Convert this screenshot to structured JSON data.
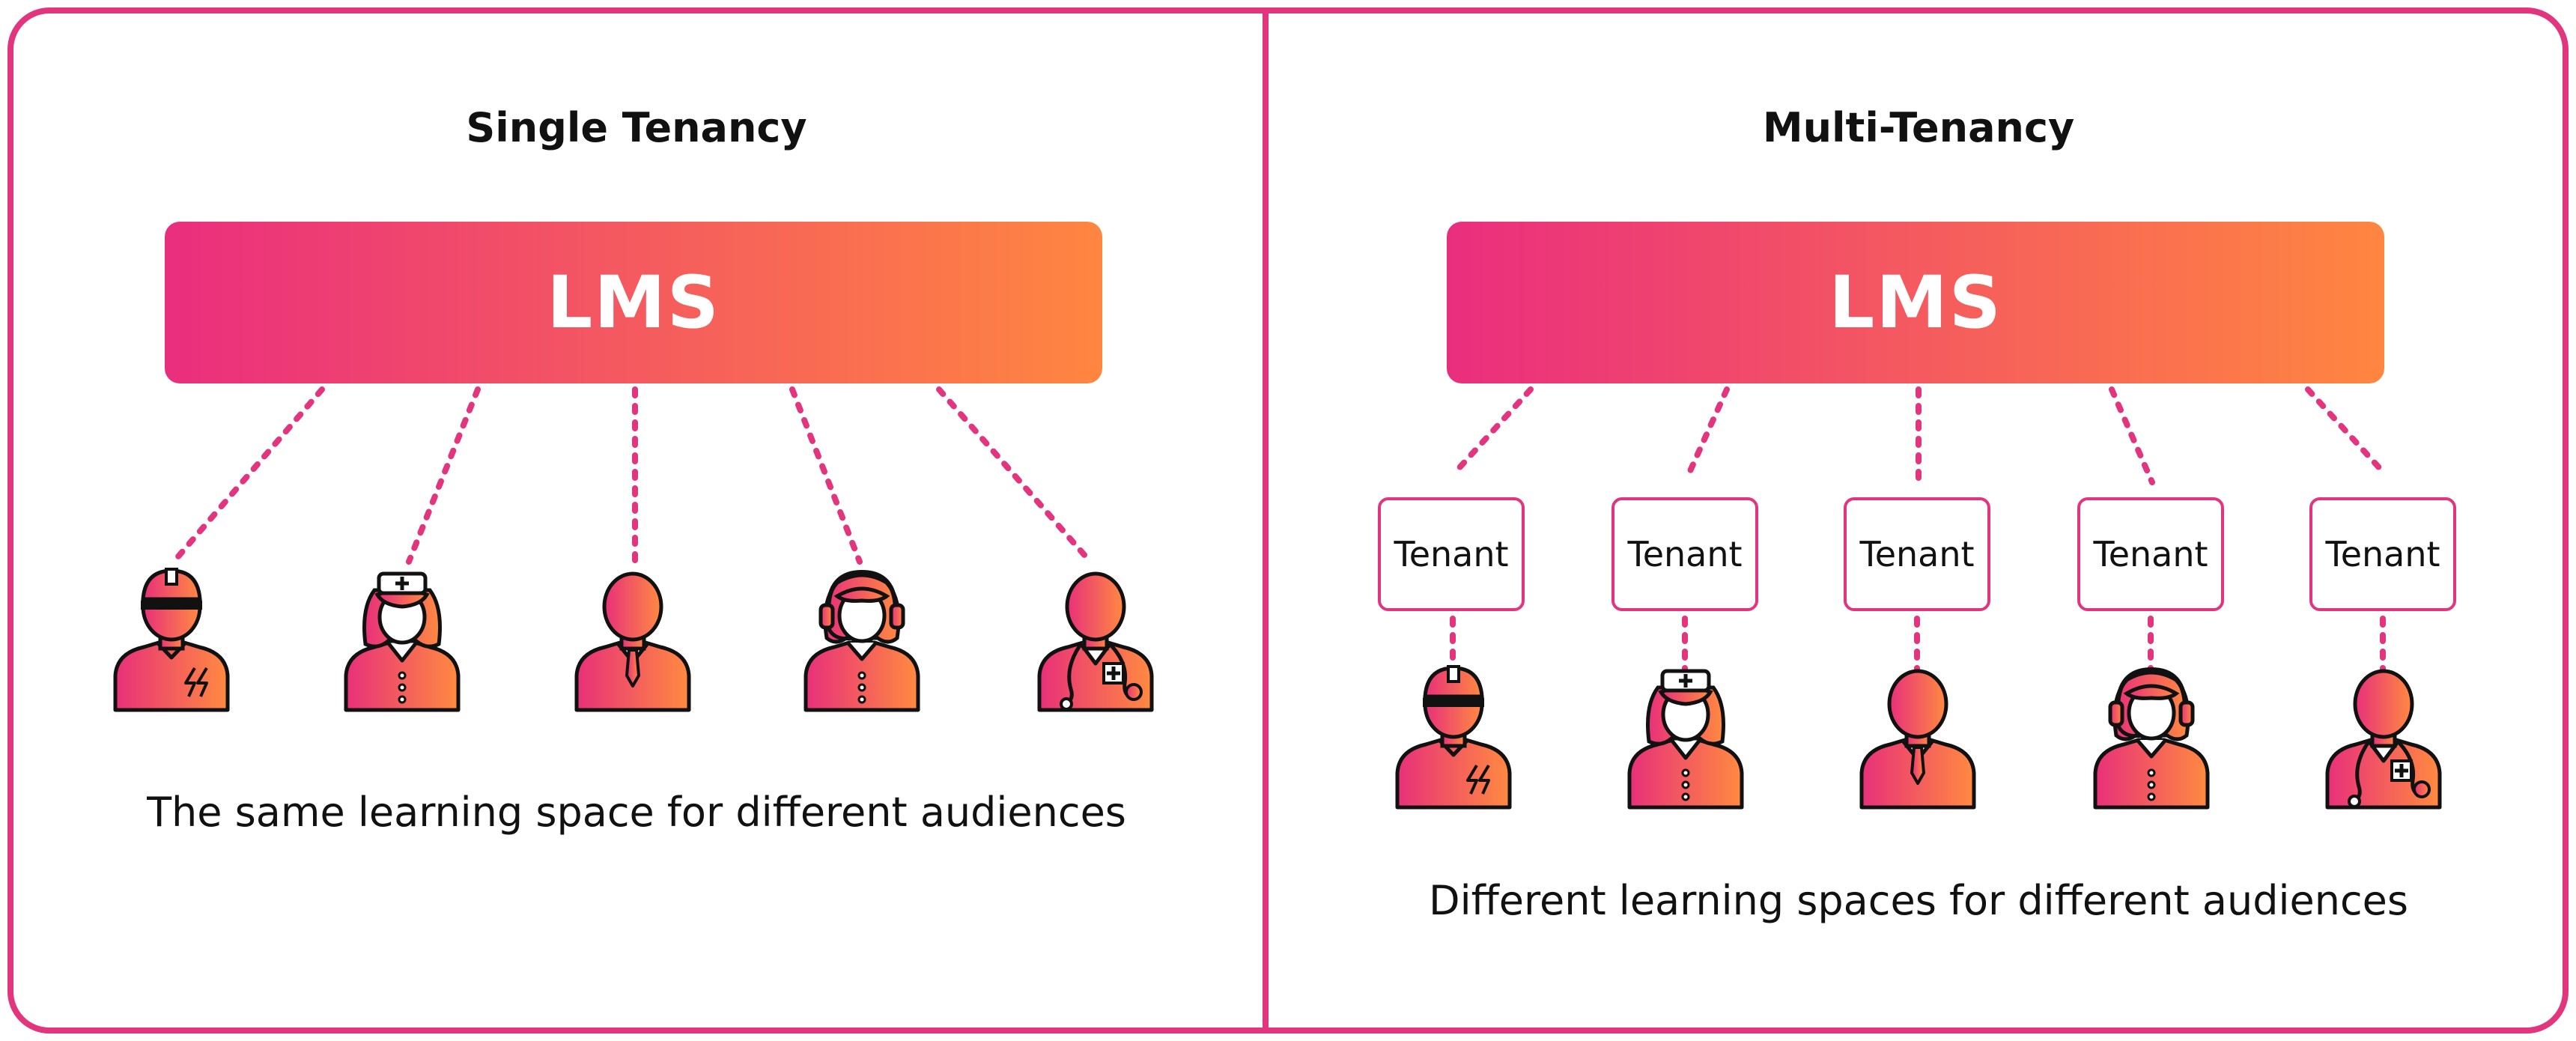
{
  "left_panel": {
    "title": "Single Tenancy",
    "lms_label": "LMS",
    "caption": "The same learning space for different audiences",
    "audiences": [
      "electrician-icon",
      "nurse-icon",
      "businessman-icon",
      "support-agent-icon",
      "doctor-icon"
    ]
  },
  "right_panel": {
    "title": "Multi-Tenancy",
    "lms_label": "LMS",
    "caption": "Different learning spaces for different audiences",
    "tenants": [
      "Tenant",
      "Tenant",
      "Tenant",
      "Tenant",
      "Tenant"
    ],
    "audiences": [
      "electrician-icon",
      "nurse-icon",
      "businessman-icon",
      "support-agent-icon",
      "doctor-icon"
    ]
  },
  "colors": {
    "border": "#e2357d",
    "gradient_start": "#ea2e7e",
    "gradient_end": "#ff8640",
    "text": "#111111"
  }
}
